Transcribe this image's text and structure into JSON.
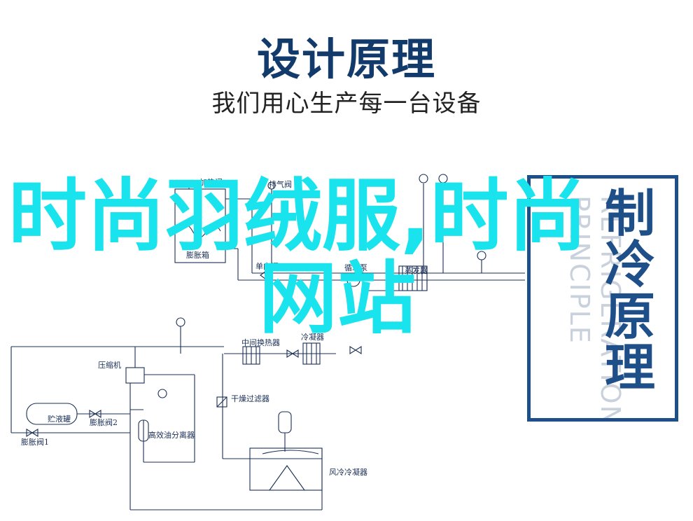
{
  "header": {
    "title": "设计原理",
    "subtitle": "我们用心生产每一台设备"
  },
  "diagram": {
    "labels": {
      "heating_valve": "加热阀",
      "expansion_tank": "膨胀箱",
      "bypass_valve": "排气阀",
      "check_valve": "单向阀",
      "circulation_pump": "循环泵",
      "evaporator": "蒸发器",
      "intermediate_heat_exchanger": "中间换热器",
      "condenser": "冷凝器",
      "compressor": "压缩机",
      "filter_drier": "干燥过滤器",
      "liquid_receiver": "贮液罐",
      "expansion_valve_2": "膨胀阀2",
      "expansion_valve_1": "膨胀阀1",
      "oil_separator": "高效油分离器",
      "air_cooled_condenser": "风冷冷凝器"
    }
  },
  "side_panel": {
    "title": "制冷原理",
    "watermark_lines": [
      "REFRIGERATION",
      "PRINCIPLE"
    ]
  },
  "overlay": {
    "line1": "时尚羽绒服,时尚",
    "line2": "网站"
  },
  "colors": {
    "title": "#123a6b",
    "diagram_line": "#1a2f55",
    "panel_border": "#1f4f88",
    "overlay_text": "#19e3ec",
    "watermark": "#c9d2dc"
  }
}
